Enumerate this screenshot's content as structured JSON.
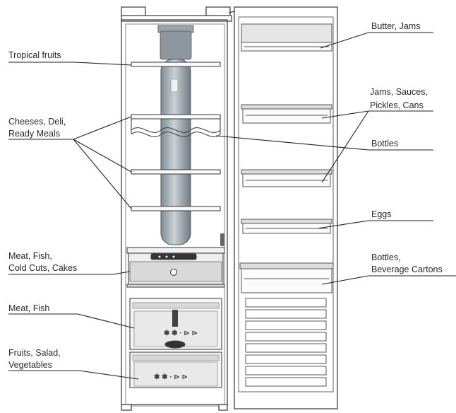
{
  "diagram": {
    "labels_left": {
      "tropical": [
        "Tropical fruits"
      ],
      "cheese": [
        "Cheeses, Deli,",
        "Ready Meals"
      ],
      "meat_drawer": [
        "Meat, Fish,",
        "Cold Cuts, Cakes"
      ],
      "meat": [
        "Meat, Fish"
      ],
      "fruits": [
        "Fruits, Salad,",
        "Vegetables"
      ]
    },
    "labels_right": {
      "butter": [
        "Butter, Jams"
      ],
      "jams": [
        "Jams, Sauces,",
        "Pickles, Cans"
      ],
      "bottles": [
        "Bottles"
      ],
      "eggs": [
        "Eggs"
      ],
      "cartons": [
        "Bottles,",
        "Beverage Cartons"
      ]
    }
  }
}
